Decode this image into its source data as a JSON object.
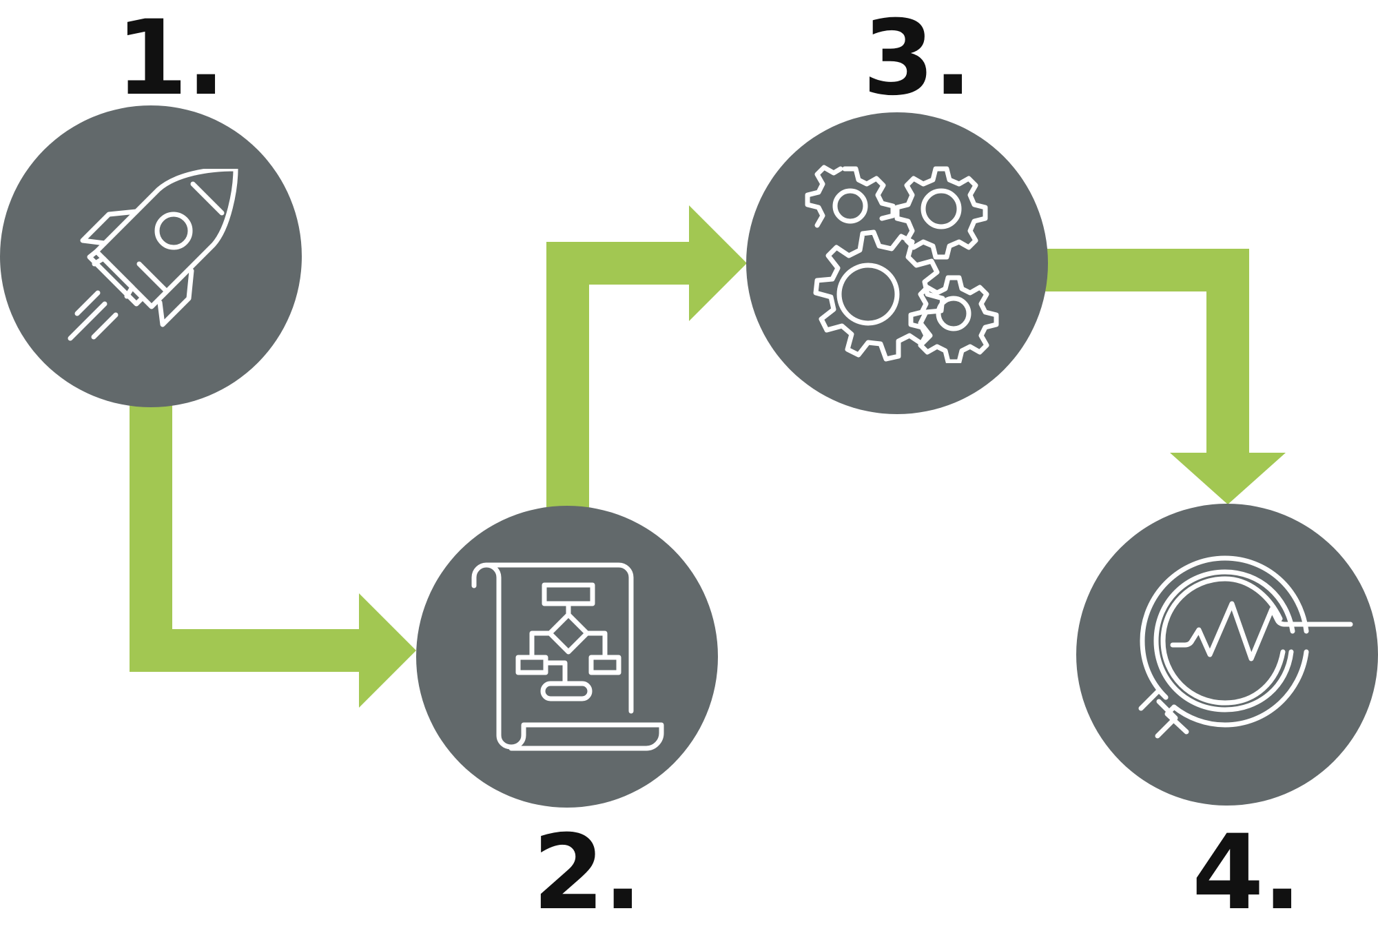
{
  "colors": {
    "circle": "#62696B",
    "arrow": "#A2C752",
    "icon_stroke": "#FFFFFF",
    "number": "#111111"
  },
  "steps": [
    {
      "number": "1.",
      "icon": "rocket-icon"
    },
    {
      "number": "2.",
      "icon": "flowchart-blueprint-icon"
    },
    {
      "number": "3.",
      "icon": "gears-icon"
    },
    {
      "number": "4.",
      "icon": "monitoring-magnifier-icon"
    }
  ]
}
